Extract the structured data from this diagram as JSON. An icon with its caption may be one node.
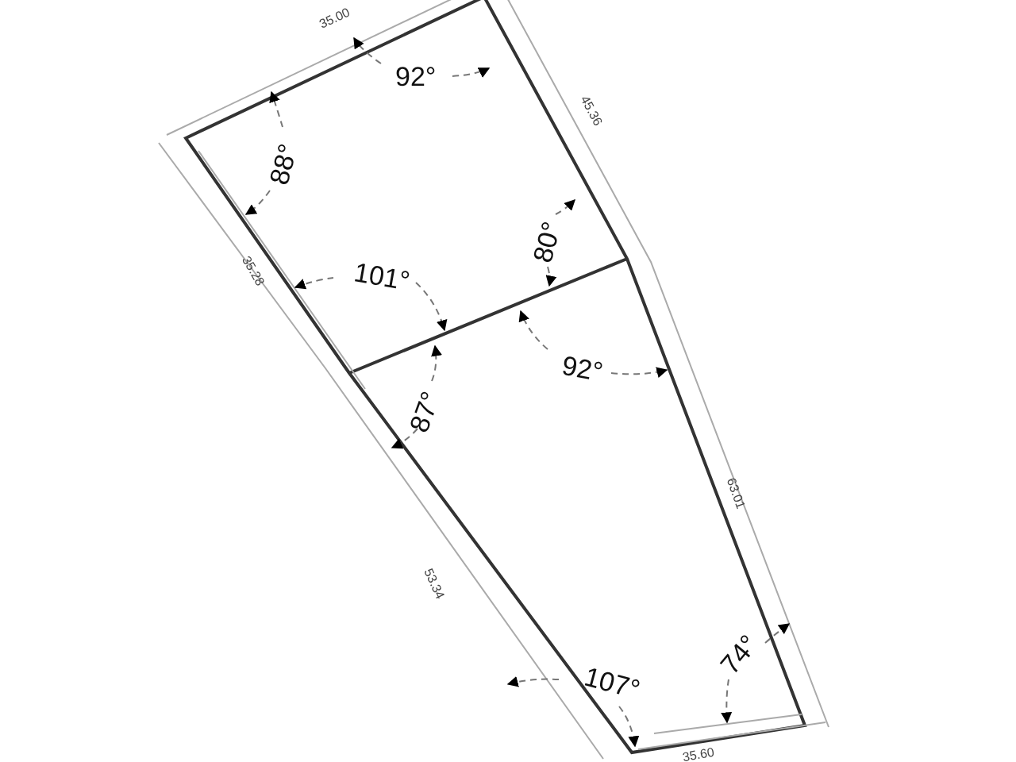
{
  "diagram": {
    "labels": [
      "35.00",
      "92°",
      "45.36",
      "88°",
      "80°",
      "35.28",
      "101°",
      "92°",
      "87°",
      "63.01",
      "53.34",
      "107°",
      "74°",
      "35.60"
    ]
  }
}
